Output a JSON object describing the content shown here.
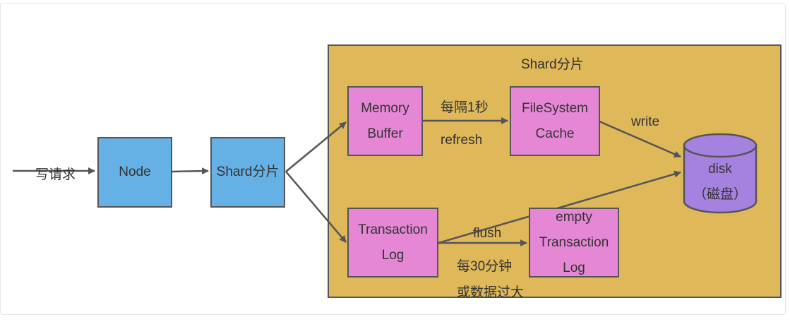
{
  "diagram": {
    "write_request": "写请求",
    "node": "Node",
    "shard_small": "Shard分片",
    "container_title": "Shard分片",
    "memory_buffer": "Memory Buffer",
    "filesystem_cache": "FileSystem Cache",
    "transaction_log": "Transaction Log",
    "empty_transaction_log": "empty Transaction Log",
    "disk_line1": "disk",
    "disk_line2": "（磁盘）",
    "every_second": "每隔1秒",
    "refresh": "refresh",
    "write": "write",
    "flush": "flush",
    "every_30_min": "每30分钟",
    "or_data_too_large": "或数据过大"
  },
  "colors": {
    "node_fill": "#65b0e4",
    "buffer_fill": "#e587d5",
    "shard_fill": "#dfb85a",
    "disk_fill": "#a682e0",
    "stroke": "#555555"
  }
}
